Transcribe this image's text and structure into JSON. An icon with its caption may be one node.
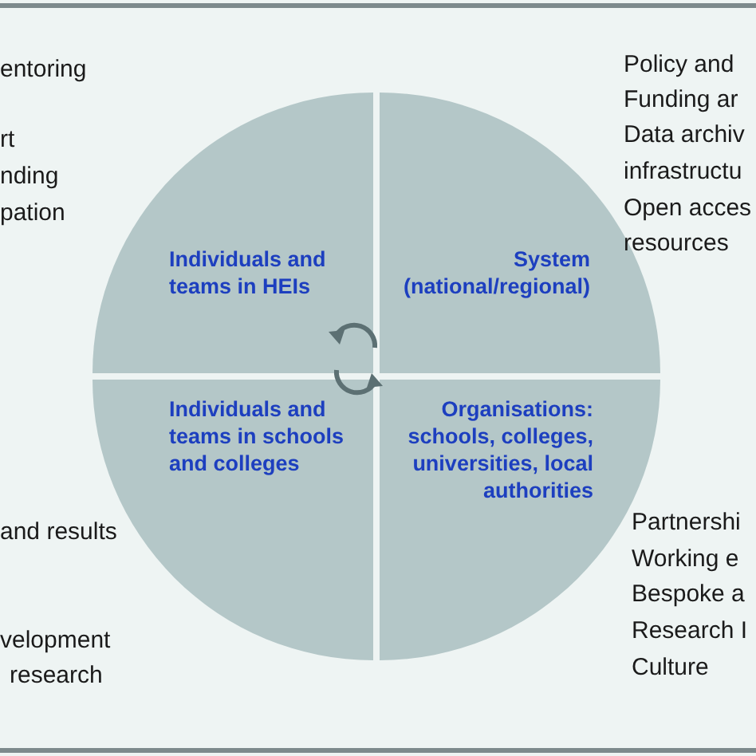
{
  "diagram": {
    "nodes": [
      {
        "text": [
          "Individuals and teams in HEIs"
        ]
      },
      {
        "text": [
          "System (national/regional)"
        ]
      },
      {
        "text": [
          "Individuals and teams in schools and colleges"
        ]
      },
      {
        "text": [
          "Organisations: schools, colleges, universities, local authorities"
        ]
      }
    ],
    "labels": [
      "entoring",
      "rt",
      "nding",
      "pation",
      "Policy and",
      "Funding ar",
      "Data archiv",
      "infrastructu",
      "Open acces",
      "resources",
      "and results",
      "velopment",
      "research",
      "Partnershi",
      "Working e",
      "Bespoke a",
      "Research I",
      "Culture"
    ]
  }
}
